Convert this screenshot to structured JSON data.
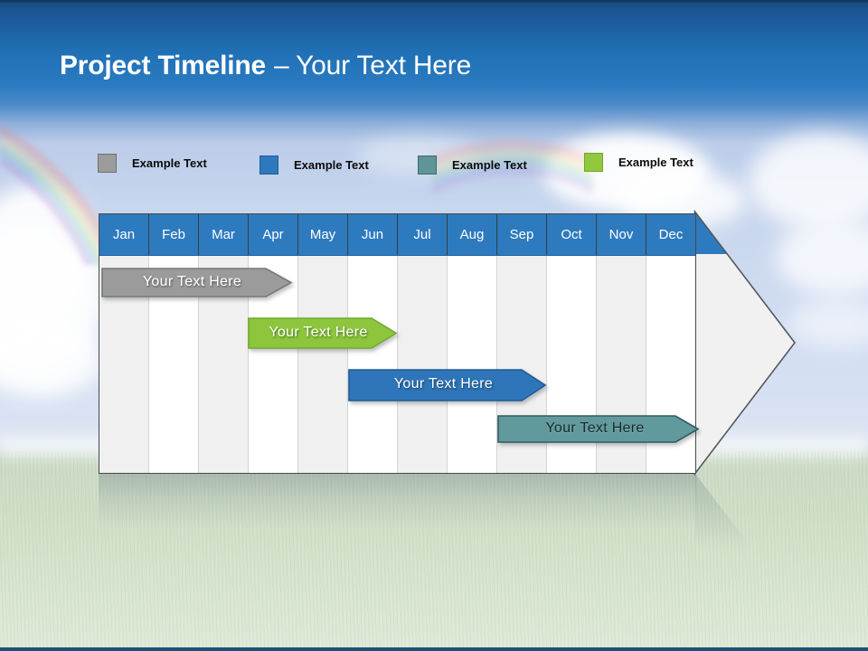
{
  "slide": {
    "title_bold": "Project Timeline",
    "title_regular": "– Your Text Here",
    "title_color": "#FFFFFF",
    "band_blue": "#2272B8"
  },
  "legend": {
    "items": [
      {
        "name": "gray",
        "label": "Example Text",
        "color": "#9C9C9C",
        "border": "#6F6F6F"
      },
      {
        "name": "blue",
        "label": "Example Text",
        "color": "#2E79BE",
        "border": "#1F5C99"
      },
      {
        "name": "teal",
        "label": "Example Text",
        "color": "#5F9598",
        "border": "#3F686C"
      },
      {
        "name": "green",
        "label": "Example Text",
        "color": "#92C83E",
        "border": "#6FA42B"
      }
    ]
  },
  "timeline": {
    "months": [
      "Jan",
      "Feb",
      "Mar",
      "Apr",
      "May",
      "Jun",
      "Jul",
      "Aug",
      "Sep",
      "Oct",
      "Nov",
      "Dec"
    ],
    "header_color": "#2E7ABF",
    "stripe_gray": "#F0F0F0",
    "stripe_white": "#FFFFFF",
    "arrow_fill": "#F1F1F1",
    "arrow_stroke": "#55595E",
    "bars": [
      {
        "name": "gray",
        "label": "Your  Text Here",
        "fill": "#9B9B9B",
        "stroke": "#787878",
        "text_style": "light",
        "x": 112,
        "y": 296,
        "body_w": 181,
        "tip_w": 28,
        "h": 31
      },
      {
        "name": "green",
        "label": "Your  Text Here",
        "fill": "#8DC63D",
        "stroke": "#74A82C",
        "text_style": "light",
        "x": 274,
        "y": 351,
        "body_w": 136,
        "tip_w": 27,
        "h": 33
      },
      {
        "name": "blue",
        "label": "Your  Text Here",
        "fill": "#2E75B9",
        "stroke": "#1F5C94",
        "text_style": "light",
        "x": 385,
        "y": 408,
        "body_w": 191,
        "tip_w": 26,
        "h": 34
      },
      {
        "name": "teal",
        "label": "Your  Text Here",
        "fill": "#619A9D",
        "stroke": "#33595E",
        "text_style": "dark",
        "x": 550,
        "y": 459,
        "body_w": 196,
        "tip_w": 25,
        "h": 29
      }
    ]
  },
  "chart_data": {
    "type": "bar",
    "subtype": "gantt-timeline",
    "title": "Project Timeline – Your Text Here",
    "categories": [
      "Jan",
      "Feb",
      "Mar",
      "Apr",
      "May",
      "Jun",
      "Jul",
      "Aug",
      "Sep",
      "Oct",
      "Nov",
      "Dec"
    ],
    "legend_position": "top",
    "grid": "vertical month columns, alternating shading",
    "series": [
      {
        "name": "Example Text (gray)",
        "label": "Your  Text Here",
        "color": "#9B9B9B",
        "start_month": "Jan",
        "end_month": "Apr",
        "start_index": 0.05,
        "end_index": 3.85,
        "row": 1
      },
      {
        "name": "Example Text (green)",
        "label": "Your  Text Here",
        "color": "#8DC63D",
        "start_month": "Apr",
        "end_month": "Jun",
        "start_index": 3.0,
        "end_index": 5.95,
        "row": 2
      },
      {
        "name": "Example Text (blue)",
        "label": "Your  Text Here",
        "color": "#2E75B9",
        "start_month": "Jun",
        "end_month": "Sep",
        "start_index": 5.0,
        "end_index": 8.95,
        "row": 3
      },
      {
        "name": "Example Text (teal)",
        "label": "Your  Text Here",
        "color": "#619A9D",
        "start_month": "Sep",
        "end_month": "Dec",
        "start_index": 8.0,
        "end_index": 12.0,
        "row": 4
      }
    ]
  }
}
